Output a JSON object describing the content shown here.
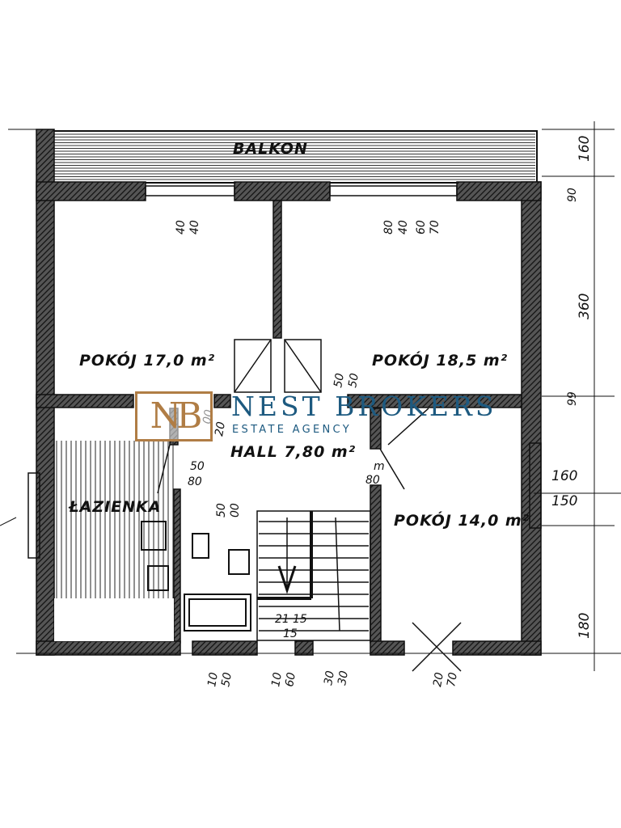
{
  "rooms": {
    "balcony": "BALKON",
    "room1": "POKÓJ 17,0 m²",
    "room2": "POKÓJ 18,5 m²",
    "hall": "HALL 7,80 m²",
    "bathroom": "ŁAZIENKA",
    "room3": "POKÓJ 14,0 m²"
  },
  "logo": {
    "monogram": "NB",
    "name": "NEST BROKERS",
    "tagline": "ESTATE AGENCY",
    "gold": "#b07d45",
    "blue": "#1d5a80"
  },
  "dimensions": {
    "right": [
      "160",
      "90",
      "360",
      "99",
      "160",
      "150",
      "180"
    ],
    "top_left_a": "40",
    "top_left_b": "40",
    "top_right": [
      "80",
      "40",
      "60",
      "70"
    ],
    "hall_door_left": [
      "00",
      "20"
    ],
    "hall_door_center": [
      "50",
      "50"
    ],
    "hall_left_a": "50",
    "hall_left_b": "80",
    "hall_right_a": "m",
    "hall_right_b": "80",
    "bath_top": [
      "50",
      "00"
    ],
    "stair": [
      "21",
      "15",
      "15"
    ],
    "bottom": [
      "10",
      "50",
      "10",
      "60",
      "30",
      "30",
      "20",
      "70"
    ]
  }
}
